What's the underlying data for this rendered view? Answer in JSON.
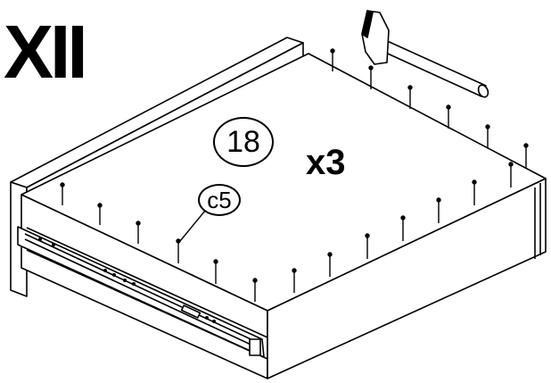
{
  "step": {
    "number": "XII"
  },
  "multiplier": "x3",
  "callouts": {
    "part_number": "18",
    "hardware_code": "c5"
  },
  "icons": {
    "hammer": "hammer-icon",
    "nail": "nail-icon"
  }
}
